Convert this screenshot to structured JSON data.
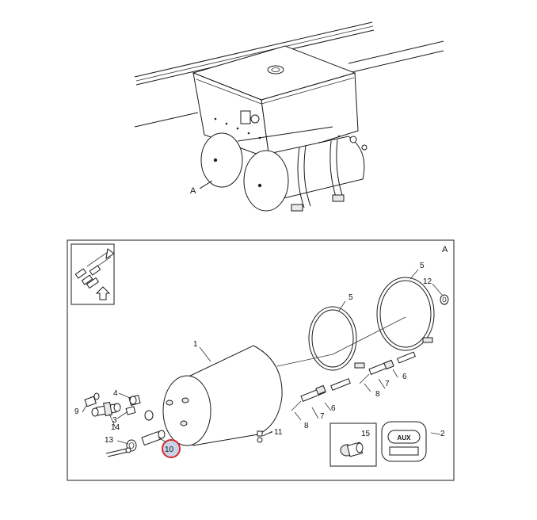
{
  "view_label": "A",
  "detail_label": "A",
  "highlight_color": "#d9262c",
  "callouts": {
    "c1": "1",
    "c2": "2",
    "c3": "3",
    "c4": "4",
    "c5a": "5",
    "c5b": "5",
    "c6a": "6",
    "c6b": "6",
    "c7a": "7",
    "c7b": "7",
    "c8a": "8",
    "c8b": "8",
    "c9": "9",
    "c10": "10",
    "c11": "11",
    "c12": "12",
    "c13": "13",
    "c14": "14",
    "c15": "15"
  },
  "aux_badge": "AUX",
  "icons": {
    "orientation": "arrow-up-icon",
    "parts": "hose-fittings-icon"
  }
}
